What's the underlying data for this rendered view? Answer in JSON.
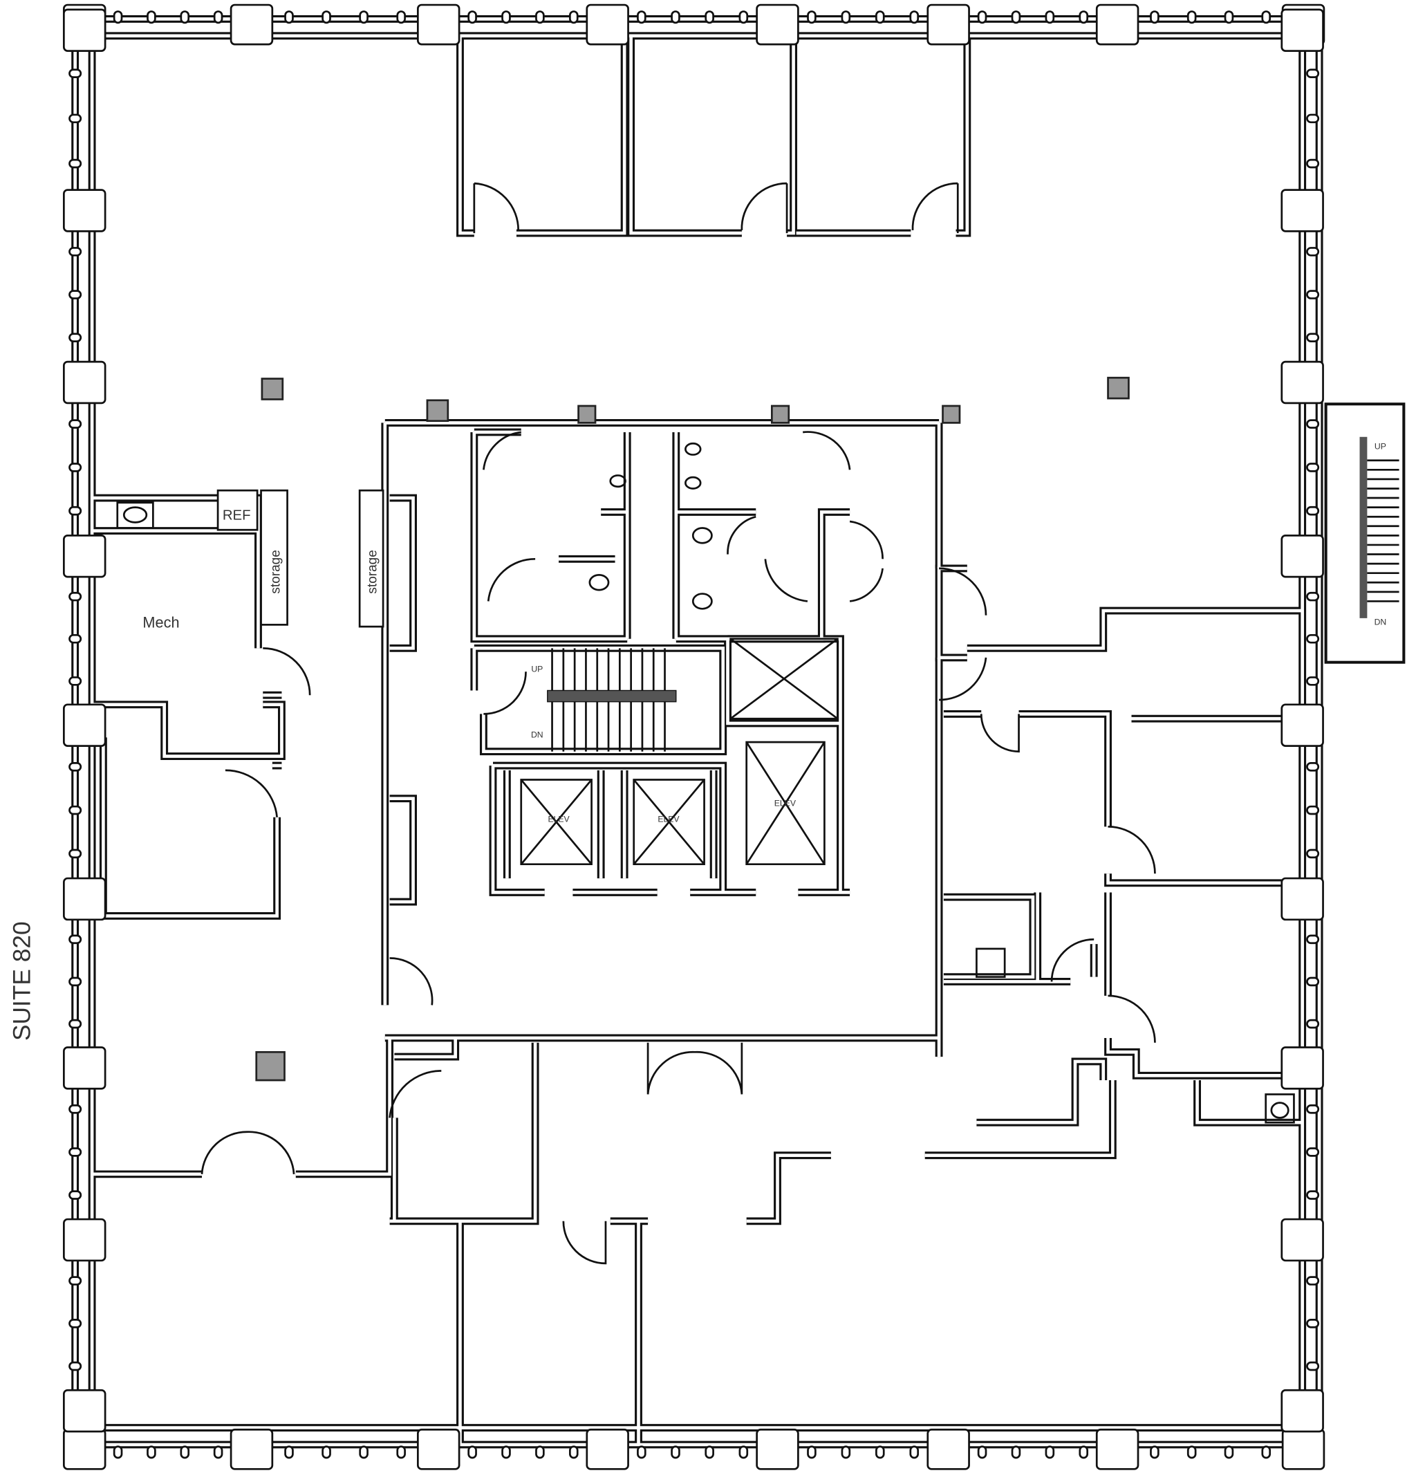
{
  "plan": {
    "suite_label": "SUITE 820",
    "rooms": {
      "mech": "Mech",
      "ref": "REF",
      "storage_left": "storage",
      "storage_right": "storage"
    },
    "elevators": [
      "ELEV",
      "ELEV",
      "ELEV"
    ],
    "stairs": {
      "up": "UP",
      "down": "DN"
    }
  }
}
